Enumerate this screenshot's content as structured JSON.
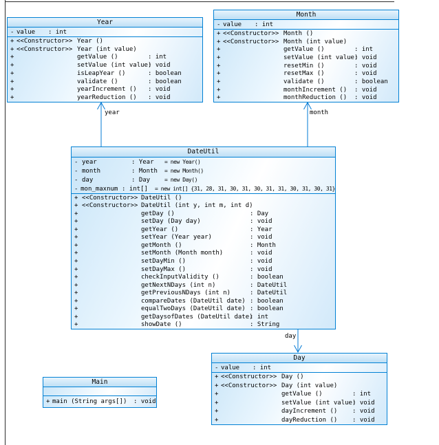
{
  "classes": [
    {
      "name": "Year",
      "attributes": [
        {
          "visibility": "-",
          "name": "value",
          "type": ": int",
          "value": ""
        }
      ],
      "methods": [
        {
          "visibility": "+",
          "stereotype": "<<Constructor>>",
          "name": "Year ()",
          "type": ""
        },
        {
          "visibility": "+",
          "stereotype": "<<Constructor>>",
          "name": "Year (int value)",
          "type": ""
        },
        {
          "visibility": "+",
          "stereotype": "",
          "name": "getValue ()",
          "type": ": int"
        },
        {
          "visibility": "+",
          "stereotype": "",
          "name": "setValue (int value)",
          "type": ": void"
        },
        {
          "visibility": "+",
          "stereotype": "",
          "name": "isLeapYear ()",
          "type": ": boolean"
        },
        {
          "visibility": "+",
          "stereotype": "",
          "name": "validate ()",
          "type": ": boolean"
        },
        {
          "visibility": "+",
          "stereotype": "",
          "name": "yearIncrement ()",
          "type": ": void"
        },
        {
          "visibility": "+",
          "stereotype": "",
          "name": "yearReduction ()",
          "type": ": void"
        }
      ]
    },
    {
      "name": "Month",
      "attributes": [
        {
          "visibility": "-",
          "name": "value",
          "type": ": int",
          "value": ""
        }
      ],
      "methods": [
        {
          "visibility": "+",
          "stereotype": "<<Constructor>>",
          "name": "Month ()",
          "type": ""
        },
        {
          "visibility": "+",
          "stereotype": "<<Constructor>>",
          "name": "Month (int value)",
          "type": ""
        },
        {
          "visibility": "+",
          "stereotype": "",
          "name": "getValue ()",
          "type": ": int"
        },
        {
          "visibility": "+",
          "stereotype": "",
          "name": "setValue (int value)",
          "type": ": void"
        },
        {
          "visibility": "+",
          "stereotype": "",
          "name": "resetMin ()",
          "type": ": void"
        },
        {
          "visibility": "+",
          "stereotype": "",
          "name": "resetMax ()",
          "type": ": void"
        },
        {
          "visibility": "+",
          "stereotype": "",
          "name": "validate ()",
          "type": ": boolean"
        },
        {
          "visibility": "+",
          "stereotype": "",
          "name": "monthIncrement ()",
          "type": ": void"
        },
        {
          "visibility": "+",
          "stereotype": "",
          "name": "monthReduction ()",
          "type": ": void"
        }
      ]
    },
    {
      "name": "DateUtil",
      "attributes": [
        {
          "visibility": "-",
          "name": "year",
          "type": ": Year",
          "value": "= new Year()"
        },
        {
          "visibility": "-",
          "name": "month",
          "type": ": Month",
          "value": "= new Month()"
        },
        {
          "visibility": "-",
          "name": "day",
          "type": ": Day",
          "value": "= new Day()"
        },
        {
          "visibility": "-",
          "name": "mon_maxnum",
          "type": ": int[]",
          "value": "= new int[] {31, 28, 31, 30, 31, 30, 31, 31, 30, 31, 30, 31}"
        }
      ],
      "methods": [
        {
          "visibility": "+",
          "stereotype": "<<Constructor>>",
          "name": "DateUtil ()",
          "type": ""
        },
        {
          "visibility": "+",
          "stereotype": "<<Constructor>>",
          "name": "DateUtil (int y, int m, int d)",
          "type": ""
        },
        {
          "visibility": "+",
          "stereotype": "",
          "name": "getDay ()",
          "type": ": Day"
        },
        {
          "visibility": "+",
          "stereotype": "",
          "name": "setDay (Day day)",
          "type": ": void"
        },
        {
          "visibility": "+",
          "stereotype": "",
          "name": "getYear ()",
          "type": ": Year"
        },
        {
          "visibility": "+",
          "stereotype": "",
          "name": "setYear (Year year)",
          "type": ": void"
        },
        {
          "visibility": "+",
          "stereotype": "",
          "name": "getMonth ()",
          "type": ": Month"
        },
        {
          "visibility": "+",
          "stereotype": "",
          "name": "setMonth (Month month)",
          "type": ": void"
        },
        {
          "visibility": "+",
          "stereotype": "",
          "name": "setDayMin ()",
          "type": ": void"
        },
        {
          "visibility": "+",
          "stereotype": "",
          "name": "setDayMax ()",
          "type": ": void"
        },
        {
          "visibility": "+",
          "stereotype": "",
          "name": "checkInputValidity ()",
          "type": ": boolean"
        },
        {
          "visibility": "+",
          "stereotype": "",
          "name": "getNextNDays (int n)",
          "type": ": DateUtil"
        },
        {
          "visibility": "+",
          "stereotype": "",
          "name": "getPreviousNDays (int n)",
          "type": ": DateUtil"
        },
        {
          "visibility": "+",
          "stereotype": "",
          "name": "compareDates (DateUtil date)",
          "type": ": boolean"
        },
        {
          "visibility": "+",
          "stereotype": "",
          "name": "equalTwoDays (DateUtil date)",
          "type": ": boolean"
        },
        {
          "visibility": "+",
          "stereotype": "",
          "name": "getDaysofDates (DateUtil date)",
          "type": ": int"
        },
        {
          "visibility": "+",
          "stereotype": "",
          "name": "showDate ()",
          "type": ": String"
        }
      ]
    },
    {
      "name": "Day",
      "attributes": [
        {
          "visibility": "-",
          "name": "value",
          "type": ": int",
          "value": ""
        }
      ],
      "methods": [
        {
          "visibility": "+",
          "stereotype": "<<Constructor>>",
          "name": "Day ()",
          "type": ""
        },
        {
          "visibility": "+",
          "stereotype": "<<Constructor>>",
          "name": "Day (int value)",
          "type": ""
        },
        {
          "visibility": "+",
          "stereotype": "",
          "name": "getValue ()",
          "type": ": int"
        },
        {
          "visibility": "+",
          "stereotype": "",
          "name": "setValue (int value)",
          "type": ": void"
        },
        {
          "visibility": "+",
          "stereotype": "",
          "name": "dayIncrement ()",
          "type": ": void"
        },
        {
          "visibility": "+",
          "stereotype": "",
          "name": "dayReduction ()",
          "type": ": void"
        }
      ]
    },
    {
      "name": "Main",
      "attributes": [],
      "methods": [
        {
          "visibility": "+",
          "stereotype": "",
          "name": "main (String args[])",
          "type": ": void"
        }
      ]
    }
  ],
  "connectors": [
    {
      "label": "year"
    },
    {
      "label": "month"
    },
    {
      "label": "day"
    }
  ],
  "colors": {
    "line_blue": "#0078d4",
    "box_border_blue": "#0080d4",
    "fill_light_blue": "#cde6f8",
    "text": "#000000"
  }
}
